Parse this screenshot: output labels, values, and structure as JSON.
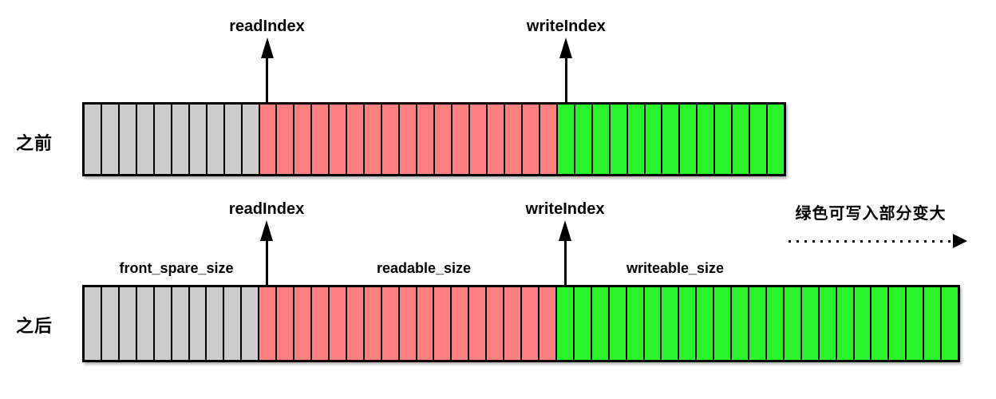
{
  "colors": {
    "spare_gray": "#CCCCCC",
    "readable_red": "#FC8080",
    "writable_green": "#2BF32B",
    "border_black": "#000000"
  },
  "rows": [
    {
      "label": "之前",
      "segments": [
        {
          "name": "front_spare",
          "cells": 10,
          "color": "#CCCCCC"
        },
        {
          "name": "readable",
          "cells": 17,
          "color": "#FC8080"
        },
        {
          "name": "writable",
          "cells": 13,
          "color": "#2BF32B"
        }
      ],
      "pointers": [
        {
          "name": "readIndex",
          "cell": 10
        },
        {
          "name": "writeIndex",
          "cell": 27
        }
      ]
    },
    {
      "label": "之后",
      "segments": [
        {
          "name": "front_spare",
          "cells": 10,
          "color": "#CCCCCC"
        },
        {
          "name": "readable",
          "cells": 17,
          "color": "#FC8080"
        },
        {
          "name": "writable",
          "cells": 23,
          "color": "#2BF32B"
        }
      ],
      "pointers": [
        {
          "name": "readIndex",
          "cell": 10
        },
        {
          "name": "writeIndex",
          "cell": 27
        }
      ],
      "segment_labels": [
        {
          "text": "front_spare_size"
        },
        {
          "text": "readable_size"
        },
        {
          "text": "writeable_size"
        }
      ]
    }
  ],
  "annotation": {
    "text": "绿色可写入部分变大"
  }
}
